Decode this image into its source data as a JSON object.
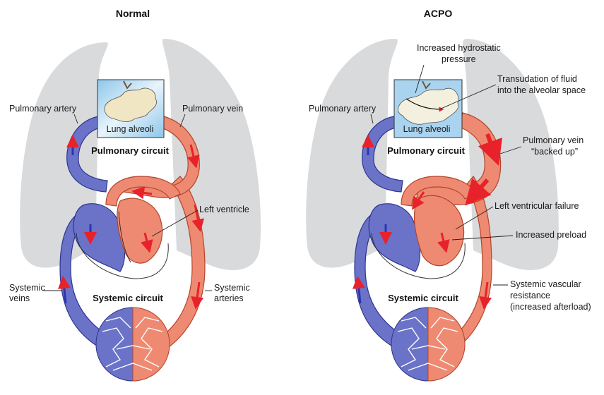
{
  "panels": [
    {
      "title": "Normal",
      "labels": {
        "pulmonary_artery": "Pulmonary artery",
        "pulmonary_vein": "Pulmonary vein",
        "lung_alveoli": "Lung alveoli",
        "pulmonary_circuit": "Pulmonary circuit",
        "left_ventricle": "Left ventricle",
        "systemic_veins_1": "Systemic",
        "systemic_veins_2": "veins",
        "systemic_circuit": "Systemic circuit",
        "systemic_arteries_1": "Systemic",
        "systemic_arteries_2": "arteries"
      }
    },
    {
      "title": "ACPO",
      "labels": {
        "hydrostatic_1": "Increased hydrostatic",
        "hydrostatic_2": "pressure",
        "transudation_1": "Transudation of fluid",
        "transudation_2": "into the alveolar space",
        "pulmonary_artery": "Pulmonary artery",
        "lung_alveoli": "Lung alveoli",
        "pulmonary_circuit": "Pulmonary circuit",
        "pulmonary_vein_1": "Pulmonary vein",
        "pulmonary_vein_2": "“backed up”",
        "lv_failure": "Left ventricular failure",
        "preload": "Increased preload",
        "systemic_circuit": "Systemic circuit",
        "resistance_1": "Systemic vascular",
        "resistance_2": "resistance",
        "resistance_3": "(increased afterload)"
      }
    }
  ],
  "colors": {
    "lung": "#d9dadb",
    "vein_fill": "#6b73c8",
    "vein_edge": "#2e3590",
    "artery_fill": "#ef8a72",
    "artery_edge": "#b3442c",
    "arrow_red": "#e8222a",
    "arrow_blue": "#2b35b0",
    "alveoli_box": "#a9d3ee"
  }
}
